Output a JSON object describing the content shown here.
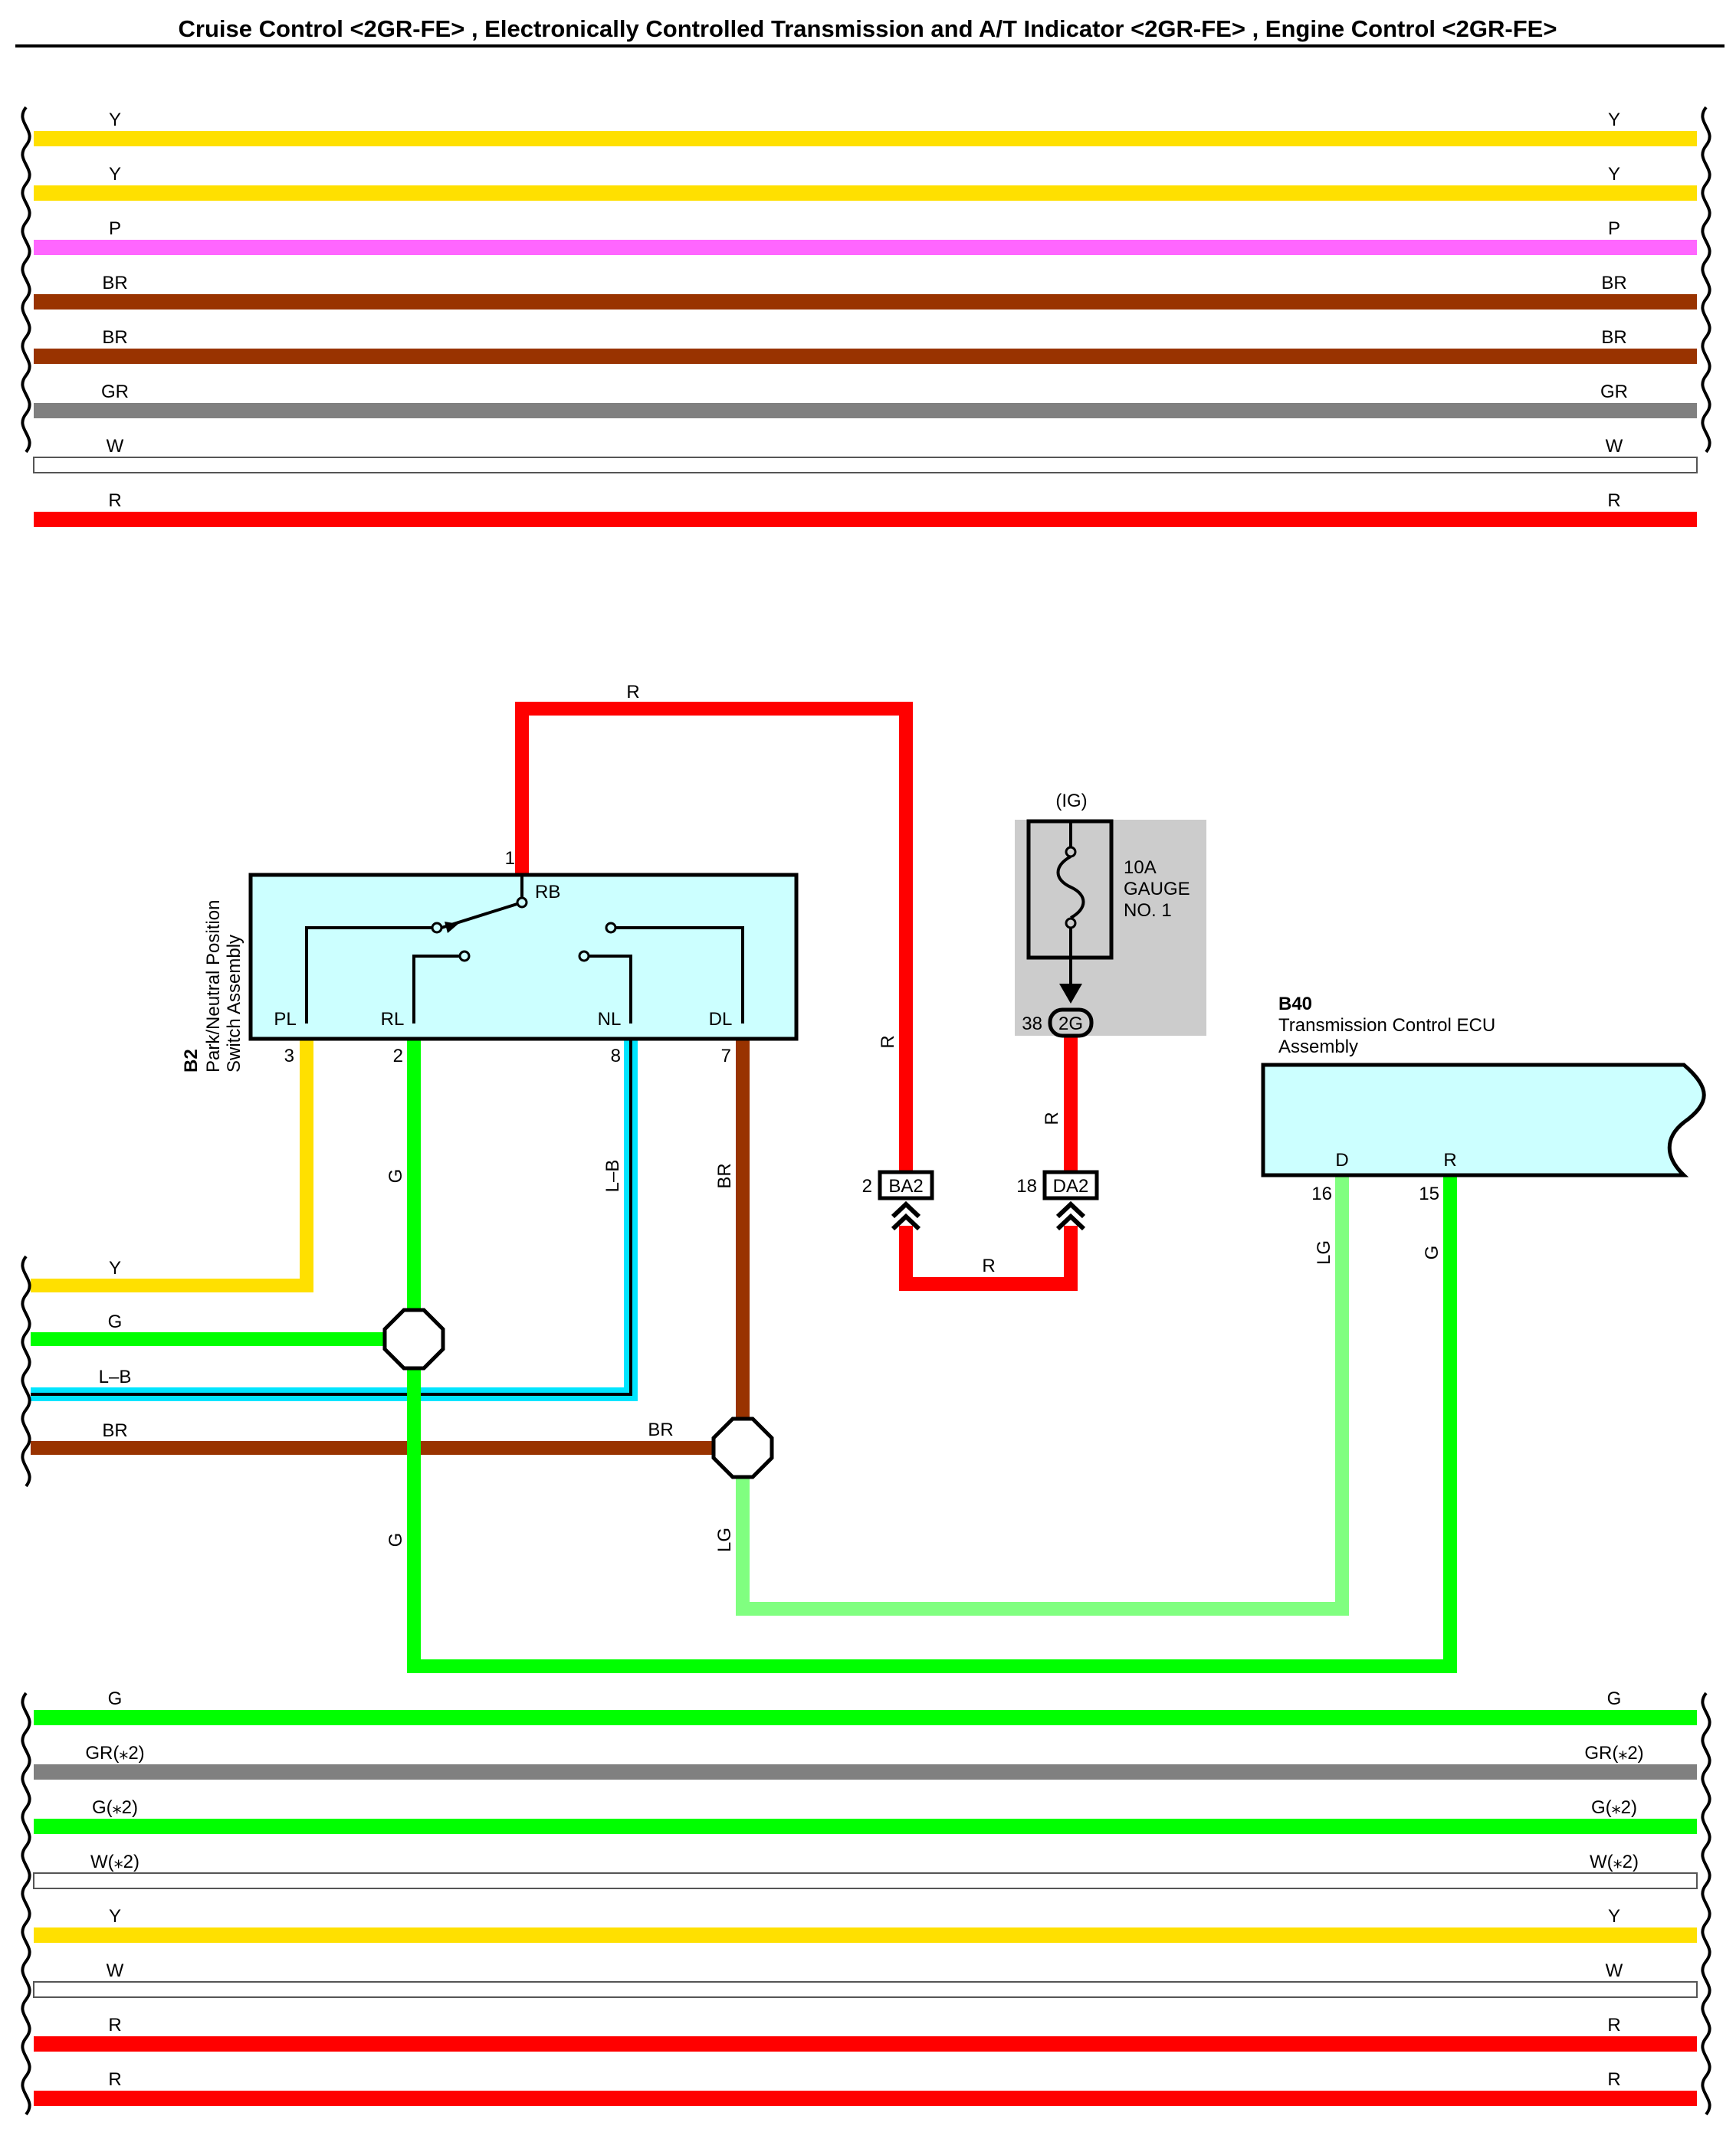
{
  "title": "Cruise Control <2GR-FE> , Electronically Controlled Transmission and A/T Indicator <2GR-FE> , Engine Control <2GR-FE>",
  "colors": {
    "Y": "#ffe000",
    "P": "#ff66ff",
    "BR": "#993300",
    "GR": "#808080",
    "W": "#ffffff",
    "R": "#ff0000",
    "G": "#00ff00",
    "LG": "#80ff80",
    "LB": "#00e5ff",
    "ECU_FILL": "#ccffff",
    "FUSE_BOX": "#cccccc"
  },
  "top_wires": [
    "Y",
    "Y",
    "P",
    "BR",
    "BR",
    "GR",
    "W",
    "R"
  ],
  "bottom_wires": [
    "G",
    "GR(⁎2)",
    "G(⁎2)",
    "W(⁎2)",
    "Y",
    "W",
    "R",
    "R"
  ],
  "left_wires": [
    "Y",
    "G",
    "L–B",
    "BR"
  ],
  "switch": {
    "code": "B2",
    "name_line1": "Park/Neutral Position",
    "name_line2": "Switch Assembly",
    "terminals": [
      {
        "pin": "3",
        "label": "PL"
      },
      {
        "pin": "2",
        "label": "RL"
      },
      {
        "pin": "8",
        "label": "NL"
      },
      {
        "pin": "7",
        "label": "DL"
      }
    ],
    "rb_pin": "1",
    "rb_label": "RB"
  },
  "fuse": {
    "circuit": "(IG)",
    "line1": "10A",
    "line2": "GAUGE",
    "line3": "NO. 1",
    "pin": "38",
    "connector": "2G"
  },
  "connectors": {
    "ba2": {
      "pin": "2",
      "name": "BA2"
    },
    "da2": {
      "pin": "18",
      "name": "DA2"
    }
  },
  "ecu": {
    "code": "B40",
    "name_line1": "Transmission Control ECU",
    "name_line2": "Assembly",
    "terminals": [
      {
        "pin": "16",
        "label": "D"
      },
      {
        "pin": "15",
        "label": "R"
      }
    ]
  },
  "wire_labels": {
    "r_top": "R",
    "r_vertical": "R",
    "r_fuse": "R",
    "r_bottom": "R",
    "g_down": "G",
    "lb_down": "L–B",
    "br_down": "BR",
    "br_junction": "BR",
    "g_lower": "G",
    "lg_lower": "LG",
    "ecu_lg": "LG",
    "ecu_g": "G"
  }
}
